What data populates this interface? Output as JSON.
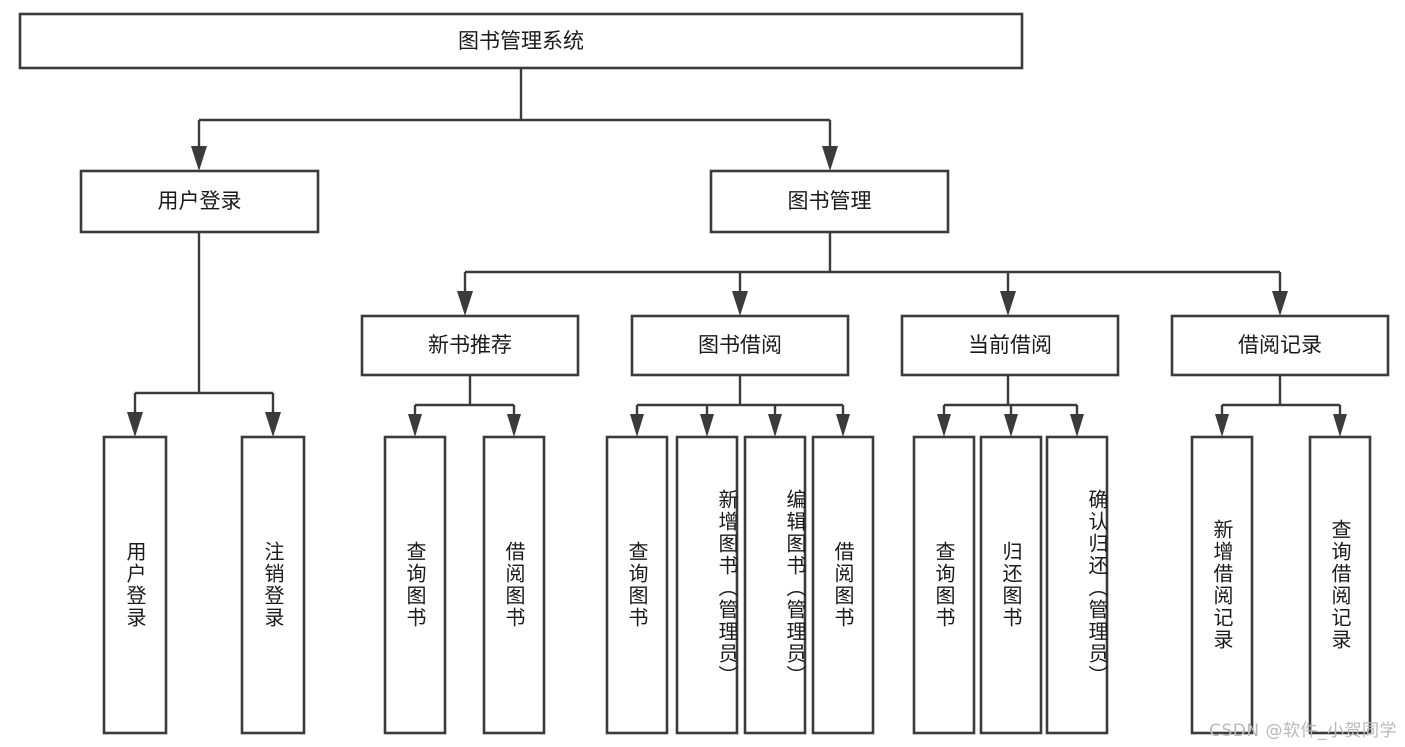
{
  "diagram": {
    "type": "tree",
    "title": "图书管理系统",
    "watermark": "CSDN @软件_小贺同学",
    "colors": {
      "box_stroke": "#3b3b3b",
      "box_fill": "#ffffff",
      "text": "#1a1a1a",
      "connector": "#3b3b3b",
      "watermark": "#b9b9b9",
      "background": "#ffffff"
    },
    "levels": {
      "root": {
        "label": "图书管理系统"
      },
      "level2": [
        {
          "label": "用户登录"
        },
        {
          "label": "图书管理"
        }
      ],
      "level3": [
        {
          "label": "新书推荐"
        },
        {
          "label": "图书借阅"
        },
        {
          "label": "当前借阅"
        },
        {
          "label": "借阅记录"
        }
      ],
      "leaves": [
        {
          "label": "用户登录"
        },
        {
          "label": "注销登录"
        },
        {
          "label": "查询图书"
        },
        {
          "label": "借阅图书"
        },
        {
          "label": "查询图书"
        },
        {
          "label": "新增图书（管理员）"
        },
        {
          "label": "编辑图书（管理员）"
        },
        {
          "label": "借阅图书"
        },
        {
          "label": "查询图书"
        },
        {
          "label": "归还图书"
        },
        {
          "label": "确认归还（管理员）"
        },
        {
          "label": "新增借阅记录"
        },
        {
          "label": "查询借阅记录"
        }
      ]
    },
    "edges": [
      {
        "from": "图书管理系统",
        "to": "用户登录"
      },
      {
        "from": "图书管理系统",
        "to": "图书管理"
      },
      {
        "from": "用户登录",
        "to": "用户登录"
      },
      {
        "from": "用户登录",
        "to": "注销登录"
      },
      {
        "from": "图书管理",
        "to": "新书推荐"
      },
      {
        "from": "图书管理",
        "to": "图书借阅"
      },
      {
        "from": "图书管理",
        "to": "当前借阅"
      },
      {
        "from": "图书管理",
        "to": "借阅记录"
      },
      {
        "from": "新书推荐",
        "to": "查询图书"
      },
      {
        "from": "新书推荐",
        "to": "借阅图书"
      },
      {
        "from": "图书借阅",
        "to": "查询图书"
      },
      {
        "from": "图书借阅",
        "to": "新增图书（管理员）"
      },
      {
        "from": "图书借阅",
        "to": "编辑图书（管理员）"
      },
      {
        "from": "图书借阅",
        "to": "借阅图书"
      },
      {
        "from": "当前借阅",
        "to": "查询图书"
      },
      {
        "from": "当前借阅",
        "to": "归还图书"
      },
      {
        "from": "当前借阅",
        "to": "确认归还（管理员）"
      },
      {
        "from": "借阅记录",
        "to": "新增借阅记录"
      },
      {
        "from": "借阅记录",
        "to": "查询借阅记录"
      }
    ]
  }
}
